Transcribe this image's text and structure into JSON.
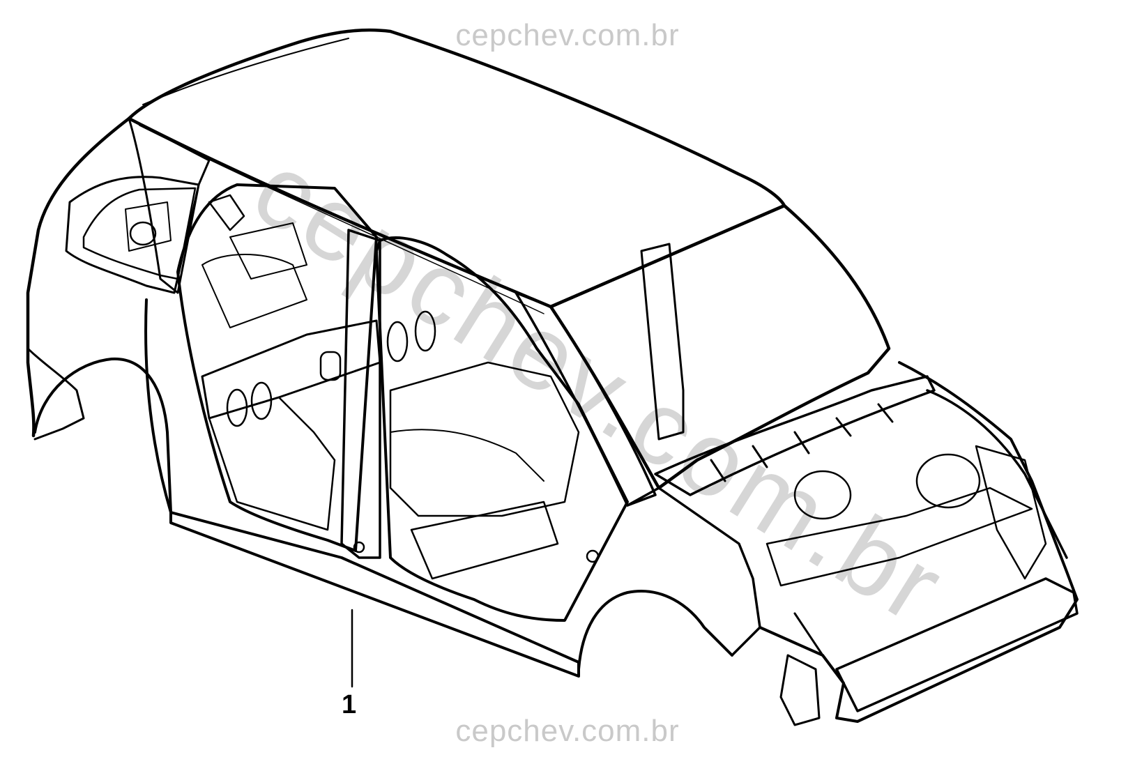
{
  "watermark": {
    "top": "cepchev.com.br",
    "bottom": "cepchev.com.br",
    "diagonal": "cepchev.com.br"
  },
  "callouts": [
    {
      "label": "1"
    }
  ],
  "colors": {
    "ink": "#000000",
    "watermark": "#c9c9c9",
    "background": "#ffffff"
  }
}
